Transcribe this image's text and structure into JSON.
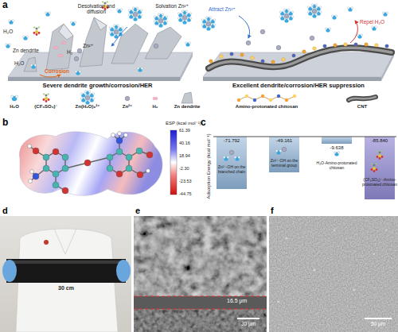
{
  "diagram": {
    "labels": [
      "a",
      "Desolvation and diffusion",
      "Solvation Zn²⁺",
      "H₂O",
      "Zn dendrite",
      "Zn²⁺",
      "H₂",
      "H₂O",
      "Corrosion",
      "Severe dendrite growth/corrosion/HER",
      "Attract Zn²⁺",
      "Repel H₂O",
      "Excellent dendrite/corrosion/HER suppression",
      "b",
      "ESP (kcal mol⁻¹)",
      "61.39",
      "40.16",
      "18.94",
      "-2.30",
      "-23.53",
      "-44.75",
      "c",
      "Adsorption Energy (kcal mol⁻¹)",
      "-71.792",
      "Zn²⁺-OH on the branched chain",
      "-49.161",
      "Zn²⁺-OH on the terminal group",
      "-9.638",
      "H₂O-Amino-protonated chitosan",
      "-85.840",
      "(CF₃SO₃)⁻-Amino-protonated chitosan",
      "d",
      "30 cm",
      "e",
      "16.5 μm",
      "30 μm",
      "f",
      "50 μm"
    ],
    "legend": [
      {
        "text": "H₂O"
      },
      {
        "text": "(CF₃SO₃)⁻"
      },
      {
        "text": "Zn(H₂O)₆²⁺"
      },
      {
        "text": "Zn²⁺"
      },
      {
        "text": "H₂"
      },
      {
        "text": "Zn dendrite"
      },
      {
        "text": "Amino-protonated chitosan"
      },
      {
        "text": "CNT"
      }
    ]
  }
}
